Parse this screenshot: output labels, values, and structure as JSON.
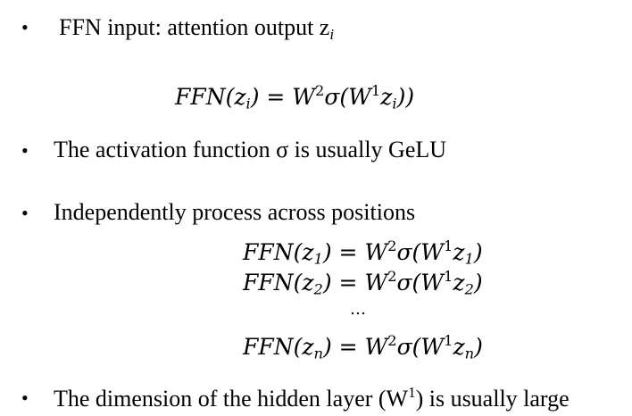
{
  "bullets": [
    {
      "text": "FFN input: attention output z",
      "sub": "i"
    },
    {
      "text": "The activation function σ is usually GeLU"
    },
    {
      "text": "Independently process across positions"
    },
    {
      "text": "The dimension of the hidden layer (W",
      "sup": "1",
      "tail": ") is usually large"
    }
  ],
  "formulas": {
    "main": {
      "lhs": "FFN(z",
      "idx": "i"
    },
    "positions": [
      {
        "lhs": "FFN(z",
        "idx": "1"
      },
      {
        "lhs": "FFN(z",
        "idx": "2"
      },
      {
        "lhs": "FFN(z",
        "idx": "n"
      }
    ],
    "ellipsis": "…",
    "eq": ") = W",
    "w2": "2",
    "sigma": "σ(W",
    "w1": "1",
    "z": "z",
    "close": ")"
  }
}
